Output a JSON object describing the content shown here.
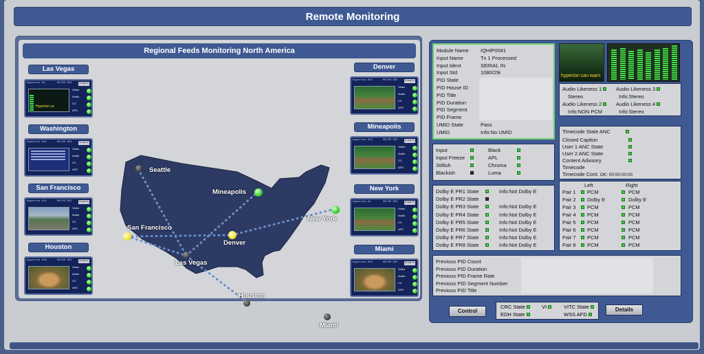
{
  "title": "Remote Monitoring",
  "left": {
    "header": "Regional Feeds Monitoring North America",
    "feeds_left": [
      {
        "city": "Las Vegas",
        "thumb_title": "Hyperion #3",
        "tc": "HD/SD SDI",
        "btn": "Insert",
        "screen": "dark",
        "caption": "Hyperion ca"
      },
      {
        "city": "Washington",
        "thumb_title": "Hyperion #12",
        "tc": "HD/SD SDI",
        "btn": "Insert",
        "screen": "blue",
        "caption": ""
      },
      {
        "city": "San Francisco",
        "thumb_title": "Hyperion #14",
        "tc": "HD/SD SDI",
        "btn": "Insert",
        "screen": "road",
        "caption": ""
      },
      {
        "city": "Houston",
        "thumb_title": "Hyperion #10",
        "tc": "HD/SD SDI",
        "btn": "Insert",
        "screen": "animal",
        "caption": ""
      }
    ],
    "feeds_right": [
      {
        "city": "Denver",
        "thumb_title": "Hyperion #13",
        "tc": "HD/SD SDI",
        "btn": "Insert",
        "screen": "baseball",
        "caption": ""
      },
      {
        "city": "Mineapolis",
        "thumb_title": "Hyperion #13",
        "tc": "HD/SD SDI",
        "btn": "Insert",
        "screen": "baseball",
        "caption": ""
      },
      {
        "city": "New York",
        "thumb_title": "Hyperion #4",
        "tc": "HD/SD SDI",
        "btn": "Insert",
        "screen": "baseball",
        "caption": ""
      },
      {
        "city": "Miami",
        "thumb_title": "Hyperion #13",
        "tc": "HD/SD SDI",
        "btn": "Insert",
        "screen": "animal",
        "caption": ""
      }
    ],
    "led_labels": [
      "Video",
      "Audio",
      "CC",
      "AFD"
    ],
    "map_cities": {
      "seattle": "Seattle",
      "mineapolis": "Mineapolis",
      "newyork": "New York",
      "sanfrancisco": "San Francisco",
      "denver": "Denver",
      "lasvegas": "Las Vegas",
      "houston": "Houston",
      "miami": "Miami"
    }
  },
  "module": {
    "labels": [
      "Module Name",
      "Input Name",
      "Input Ident",
      "Input Std",
      "PID State",
      "PID House ID",
      "PID Title",
      "PID Duration",
      "PID Segment",
      "PID Frame",
      "UMID State",
      "UMID"
    ],
    "values": [
      "IQHIP00#1",
      "Tx 1 Processed",
      "SERIAL IN",
      "1080/29i",
      "",
      "",
      "",
      "",
      "",
      "",
      "Pass",
      "Info:No UMID"
    ]
  },
  "vu": {
    "caption": "hyperion can warn"
  },
  "audio_likeness": {
    "l1": "Audio Likeness 1",
    "l1v": "Stereo",
    "l3": "Audio Likeness 3",
    "l3v": "Info:Stereo",
    "l2": "Audio Likeness 2",
    "l2v": "Info:NON PCM",
    "l4": "Audio Likeness 4",
    "l4v": "Info:Stereo"
  },
  "input_box": {
    "left": [
      "Input",
      "Input Freeze",
      "Stillish",
      "Blackish"
    ],
    "right": [
      "Black",
      "APL",
      "Chroma",
      "Luma"
    ]
  },
  "timecode": {
    "state_label": "Timecode State",
    "state_value": "ANC",
    "rows": [
      "Closed Caption",
      "User 1 ANC State",
      "User 2 ANC State",
      "Content Advisory",
      "Timecode"
    ],
    "cont_label": "Timecode Cont.",
    "cont_value": "OK: 00:00:00:00"
  },
  "dolby": {
    "labels": [
      "Dolby E PR1 State",
      "Dolby E PR2 State",
      "Dolby E PR3 State",
      "Dolby E PR4 State",
      "Dolby E PR5 State",
      "Dolby E PR6 State",
      "Dolby E PR7 State",
      "Dolby E PR8 State"
    ],
    "values": [
      "Info:Not Dolby E",
      "",
      "Info:Not Dolby E",
      "Info:Not Dolby E",
      "Info:Not Dolby E",
      "Info:Not Dolby E",
      "Info:Not Dolby E",
      "Info:Not Dolby E"
    ]
  },
  "pairs": {
    "left_header": "Left",
    "right_header": "Right",
    "labels": [
      "Pair 1",
      "Pair 2",
      "Pair 3",
      "Pair 4",
      "Pair 5",
      "Pair 6",
      "Pair 7",
      "Pair 8"
    ],
    "left": [
      "PCM",
      "Dolby E",
      "PCM",
      "PCM",
      "PCM",
      "PCM",
      "PCM",
      "PCM"
    ],
    "right": [
      "PCM",
      "Dolby E",
      "PCM",
      "PCM",
      "PCM",
      "PCM",
      "PCM",
      "PCM"
    ]
  },
  "previous_pid": [
    "Previous PID Count",
    "Previous PID Duration",
    "Previous PID Frame Rate",
    "Previous PID Segment Number",
    "Previous PID Title"
  ],
  "buttons": {
    "control": "Control",
    "details": "Details"
  },
  "states": {
    "crc": "CRC State",
    "vi": "VI",
    "vitc": "VITC State",
    "edh": "EDH State",
    "wss": "WSS AFD"
  }
}
